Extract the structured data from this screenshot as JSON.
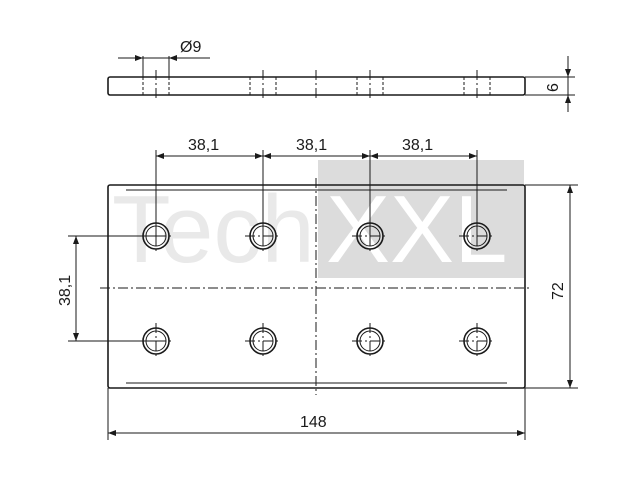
{
  "watermark": {
    "text_left": "Tech",
    "text_right": "XXL"
  },
  "dimensions": {
    "hole_diameter": "Ø9",
    "thickness": "6",
    "pitch_1": "38,1",
    "pitch_2": "38,1",
    "pitch_3": "38,1",
    "vertical_pitch": "38,1",
    "height": "72",
    "length": "148"
  },
  "colors": {
    "line": "#1a1a1a",
    "watermark_light": "#e9e9e9",
    "watermark_box": "#dcdcdc"
  }
}
